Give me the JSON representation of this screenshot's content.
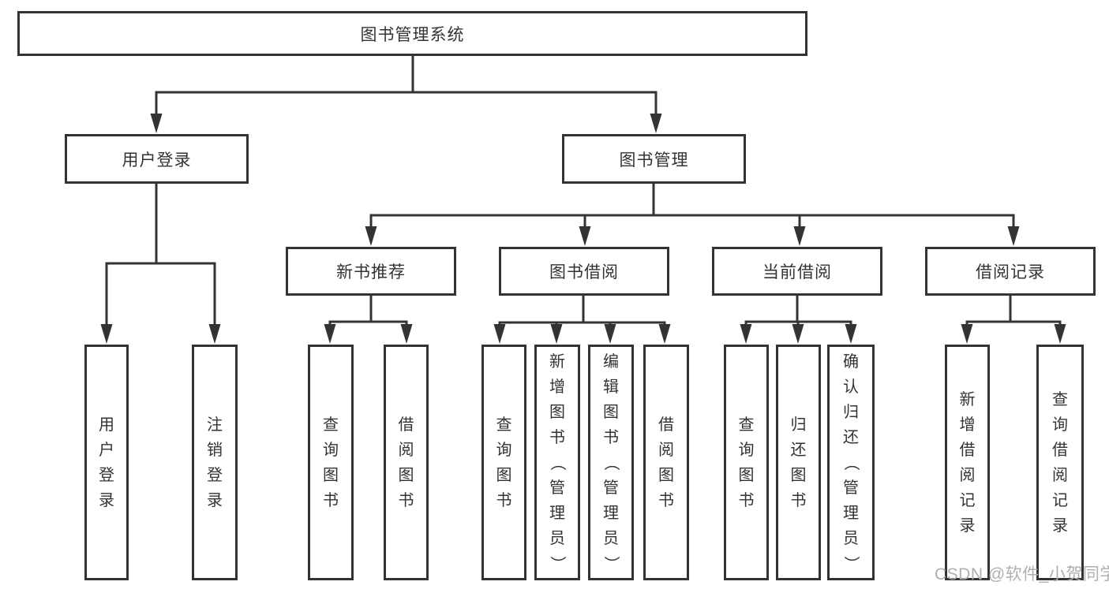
{
  "diagram": {
    "root": {
      "label": "图书管理系统"
    },
    "level2": [
      {
        "label": "用户登录"
      },
      {
        "label": "图书管理"
      }
    ],
    "level3": [
      {
        "label": "新书推荐"
      },
      {
        "label": "图书借阅"
      },
      {
        "label": "当前借阅"
      },
      {
        "label": "借阅记录"
      }
    ],
    "leaves_user_login": [
      {
        "label": "用户登录"
      },
      {
        "label": "注销登录"
      }
    ],
    "leaves_new_book": [
      {
        "label": "查询图书"
      },
      {
        "label": "借阅图书"
      }
    ],
    "leaves_book_borrow": [
      {
        "label": "查询图书"
      },
      {
        "label": "新增图书（管理员）"
      },
      {
        "label": "编辑图书（管理员）"
      },
      {
        "label": "借阅图书"
      }
    ],
    "leaves_current_borrow": [
      {
        "label": "查询图书"
      },
      {
        "label": "归还图书"
      },
      {
        "label": "确认归还（管理员）"
      }
    ],
    "leaves_borrow_record": [
      {
        "label": "新增借阅记录"
      },
      {
        "label": "查询借阅记录"
      }
    ]
  },
  "watermark": {
    "text": "CSDN @软件_小贺同学"
  },
  "colors": {
    "line": "#333333",
    "text": "#333333",
    "box_background": "#ffffff",
    "watermark": "#afafaf"
  }
}
